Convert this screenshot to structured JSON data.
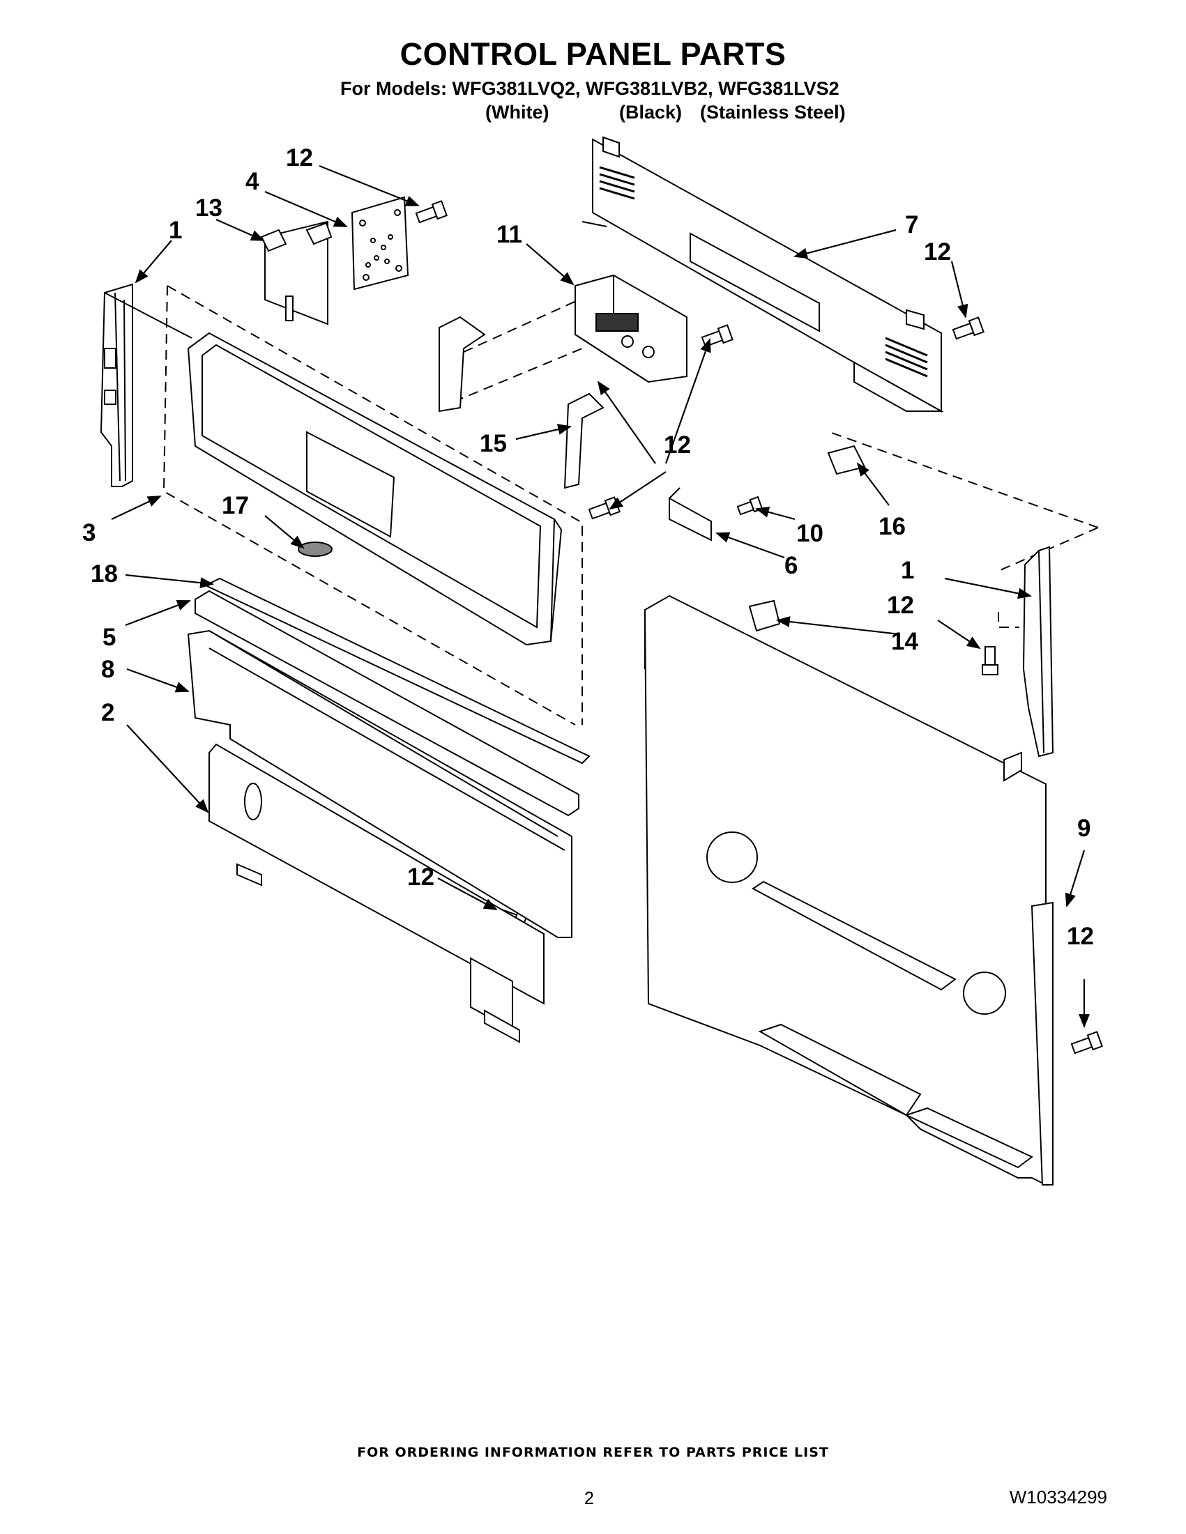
{
  "header": {
    "title": "CONTROL PANEL PARTS",
    "models_line": "For Models: WFG381LVQ2, WFG381LVB2, WFG381LVS2",
    "color_white": "(White)",
    "color_black": "(Black)",
    "color_stainless": "(Stainless Steel)"
  },
  "callouts": {
    "c1a": "1",
    "c1b": "1",
    "c2": "2",
    "c3": "3",
    "c4": "4",
    "c5": "5",
    "c6": "6",
    "c7": "7",
    "c8": "8",
    "c9": "9",
    "c10": "10",
    "c11": "11",
    "c12a": "12",
    "c12b": "12",
    "c12c": "12",
    "c12d": "12",
    "c12e": "12",
    "c12f": "12",
    "c13": "13",
    "c14": "14",
    "c15": "15",
    "c16": "16",
    "c17": "17",
    "c18": "18"
  },
  "footer": {
    "ordering_note": "FOR ORDERING INFORMATION REFER TO PARTS PRICE LIST",
    "page_number": "2",
    "document_number": "W10334299"
  }
}
